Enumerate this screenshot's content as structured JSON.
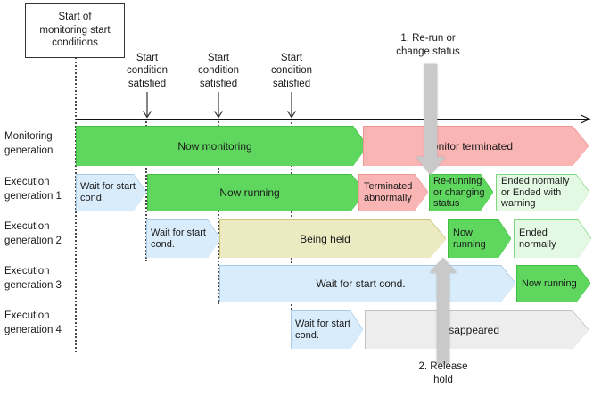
{
  "start_box": "Start of monitoring start conditions",
  "condition_labels": [
    "Start condition satisfied",
    "Start condition satisfied",
    "Start condition satisfied"
  ],
  "annotations": {
    "rerun": "1. Re-run or change status",
    "release": "2. Release hold"
  },
  "rows": [
    {
      "label": "Monitoring generation",
      "segments": [
        {
          "text": "Now monitoring",
          "color": "green"
        },
        {
          "text": "Monitor terminated",
          "color": "pink"
        }
      ]
    },
    {
      "label": "Execution generation 1",
      "segments": [
        {
          "text": "Wait for start cond.",
          "color": "blue"
        },
        {
          "text": "Now running",
          "color": "green"
        },
        {
          "text": "Terminated abnormally",
          "color": "pink"
        },
        {
          "text": "Re-running or changing status",
          "color": "green"
        },
        {
          "text": "Ended normally or Ended with warning",
          "color": "palegreen"
        }
      ]
    },
    {
      "label": "Execution generation 2",
      "segments": [
        {
          "text": "Wait for start cond.",
          "color": "blue"
        },
        {
          "text": "Being held",
          "color": "yellow"
        },
        {
          "text": "Now running",
          "color": "green"
        },
        {
          "text": "Ended normally",
          "color": "palegreen"
        }
      ]
    },
    {
      "label": "Execution generation 3",
      "segments": [
        {
          "text": "Wait for start cond.",
          "color": "blue"
        },
        {
          "text": "Now running",
          "color": "green"
        }
      ]
    },
    {
      "label": "Execution generation 4",
      "segments": [
        {
          "text": "Wait for start cond.",
          "color": "blue"
        },
        {
          "text": "Disappeared",
          "color": "gray"
        }
      ]
    }
  ],
  "colors": {
    "running_green": "#5fd75f",
    "ended_pale_green": "#e4f9e4",
    "terminated_pink": "#f9b4b4",
    "wait_blue": "#d9ecfb",
    "held_yellow": "#eceac1",
    "disappeared_gray": "#ededed",
    "annotation_arrow_gray": "#c9c9c9"
  }
}
